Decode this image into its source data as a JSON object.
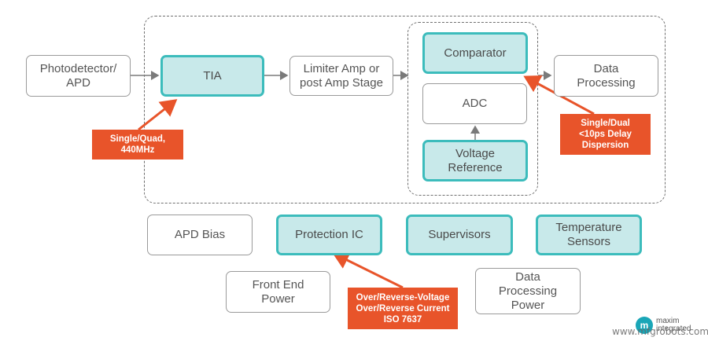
{
  "blocks": {
    "photodetector": "Photodetector/\nAPD",
    "tia": "TIA",
    "limiter": "Limiter Amp or\npost Amp Stage",
    "comparator": "Comparator",
    "adc": "ADC",
    "voltage_reference": "Voltage\nReference",
    "data_processing": "Data\nProcessing",
    "apd_bias": "APD Bias",
    "protection_ic": "Protection IC",
    "supervisors": "Supervisors",
    "temperature_sensors": "Temperature\nSensors",
    "front_end_power": "Front End\nPower",
    "data_processing_power": "Data\nProcessing\nPower"
  },
  "callouts": {
    "tia": "Single/Quad,\n440MHz",
    "comparator": "Single/Dual\n<10ps Delay\nDispersion",
    "protection": "Over/Reverse-Voltage\nOver/Reverse Current\nISO 7637"
  },
  "colors": {
    "teal_fill": "#c8e9ea",
    "teal_border": "#3cbcbc",
    "callout_orange": "#e8542a",
    "box_border": "#9a9a9a"
  },
  "logo": {
    "mark": "m",
    "text": "maxim\nintegrated"
  },
  "watermark": "www.mfgrobots.com"
}
